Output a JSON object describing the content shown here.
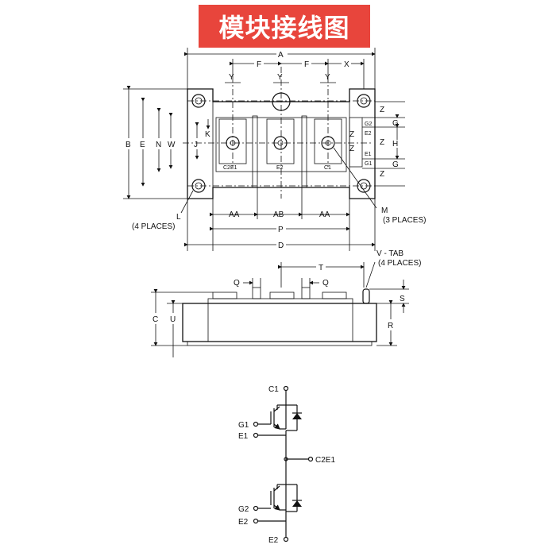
{
  "banner": {
    "text": "模块接线图",
    "color": "#e8453c"
  },
  "top_view": {
    "dims": {
      "A": "A",
      "F1": "F",
      "F2": "F",
      "X": "X",
      "Y1": "Y",
      "Y2": "Y",
      "Y3": "Y",
      "B": "B",
      "E": "E",
      "N": "N",
      "W": "W",
      "J": "J",
      "K": "K",
      "Z1": "Z",
      "Z2": "Z",
      "Z3": "Z",
      "Z4": "Z",
      "Z5": "Z",
      "G1": "G",
      "G2": "G",
      "H": "H",
      "AA1": "AA",
      "AB": "AB",
      "AA2": "AA",
      "P": "P",
      "D": "D"
    },
    "terminals": {
      "c2e1": "C2E1",
      "e2": "E2",
      "c1": "C1"
    },
    "pins": {
      "g2": "G2",
      "e2": "E2",
      "e1": "E1",
      "g1": "G1"
    },
    "callouts": {
      "l": "L",
      "l_places": "(4 PLACES)",
      "m": "M",
      "m_places": "(3 PLACES)"
    }
  },
  "side_view": {
    "dims": {
      "T": "T",
      "Q1": "Q",
      "Q2": "Q",
      "C": "C",
      "U": "U",
      "S": "S",
      "R": "R"
    },
    "callouts": {
      "vtab": "V - TAB",
      "vtab_places": "(4 PLACES)"
    }
  },
  "schematic": {
    "labels": {
      "c1": "C1",
      "g1": "G1",
      "e1": "E1",
      "c2e1": "C2E1",
      "g2": "G2",
      "e2": "E2",
      "e2_bottom": "E2"
    }
  }
}
